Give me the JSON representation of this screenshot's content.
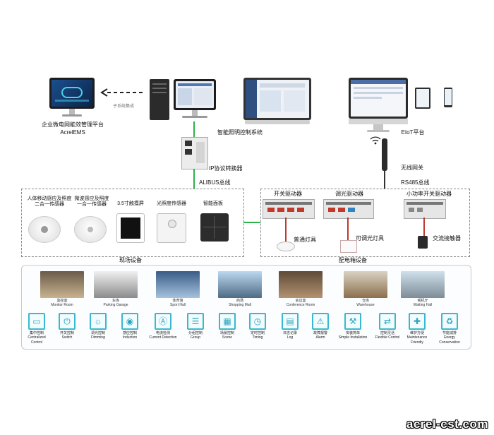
{
  "top": {
    "ems_title_cn": "企业微电网能效管理平台",
    "ems_title_en": "AcrelEMS",
    "subsystem_note": "子系统集成",
    "lighting_title": "智能照明控制系统",
    "eiot_title": "EIoT平台"
  },
  "bus": {
    "converter_label": "IP协议转换器",
    "alibus_label": "ALIBUS总线",
    "wireless_label": "无线网关",
    "rs485_label": "RS485总线"
  },
  "field": {
    "title": "现场设备",
    "devices": [
      {
        "line1": "人体移动感应及照度",
        "line2": "二合一传感器"
      },
      {
        "line1": "微波感应及照度",
        "line2": "一合一传感器"
      },
      {
        "line1": "3.5寸触摸屏",
        "line2": ""
      },
      {
        "line1": "光照度传感器",
        "line2": ""
      },
      {
        "line1": "智能面板",
        "line2": ""
      }
    ]
  },
  "cabinet": {
    "title": "配电箱设备",
    "drivers": [
      "开关驱动器",
      "调光驱动器",
      "小功率开关驱动器"
    ],
    "loads": [
      "普通灯具",
      "可调光灯具",
      "交流接触器"
    ]
  },
  "scenes": [
    {
      "cn": "监控室",
      "en": "Monitor Room"
    },
    {
      "cn": "车库",
      "en": "Parking Garage"
    },
    {
      "cn": "体育馆",
      "en": "Sport Hall"
    },
    {
      "cn": "商场",
      "en": "Shopping Mall"
    },
    {
      "cn": "会议室",
      "en": "Conference Room"
    },
    {
      "cn": "仓库",
      "en": "Warehouse"
    },
    {
      "cn": "候机厅",
      "en": "Waiting Hall"
    }
  ],
  "functions": [
    {
      "cn": "集中控制",
      "en1": "Centralized",
      "en2": "Control",
      "icon": "monitor-icon"
    },
    {
      "cn": "开关控制",
      "en1": "Switch",
      "en2": "",
      "icon": "power-switch-icon"
    },
    {
      "cn": "调光控制",
      "en1": "Dimming",
      "en2": "",
      "icon": "dimming-icon"
    },
    {
      "cn": "感应控制",
      "en1": "Induction",
      "en2": "",
      "icon": "sensor-icon"
    },
    {
      "cn": "电流检测",
      "en1": "Current Detection",
      "en2": "",
      "icon": "current-meter-icon"
    },
    {
      "cn": "分组控制",
      "en1": "Group",
      "en2": "",
      "icon": "group-list-icon"
    },
    {
      "cn": "场景控制",
      "en1": "Scene",
      "en2": "",
      "icon": "scene-grid-icon"
    },
    {
      "cn": "定时控制",
      "en1": "Timing",
      "en2": "",
      "icon": "clock-icon"
    },
    {
      "cn": "日志记录",
      "en1": "Log",
      "en2": "",
      "icon": "log-book-icon"
    },
    {
      "cn": "故障报警",
      "en1": "Alarm",
      "en2": "",
      "icon": "alarm-icon"
    },
    {
      "cn": "安装简单",
      "en1": "Simple Installation",
      "en2": "",
      "icon": "install-icon"
    },
    {
      "cn": "控制灵活",
      "en1": "Flexible Control",
      "en2": "",
      "icon": "flexible-control-icon"
    },
    {
      "cn": "维护方便",
      "en1": "Maintenance",
      "en2": "Friendly",
      "icon": "maintenance-icon"
    },
    {
      "cn": "节能减排",
      "en1": "Energy",
      "en2": "Conservation",
      "icon": "recycle-icon"
    }
  ],
  "watermark": "acrel-cst.com"
}
